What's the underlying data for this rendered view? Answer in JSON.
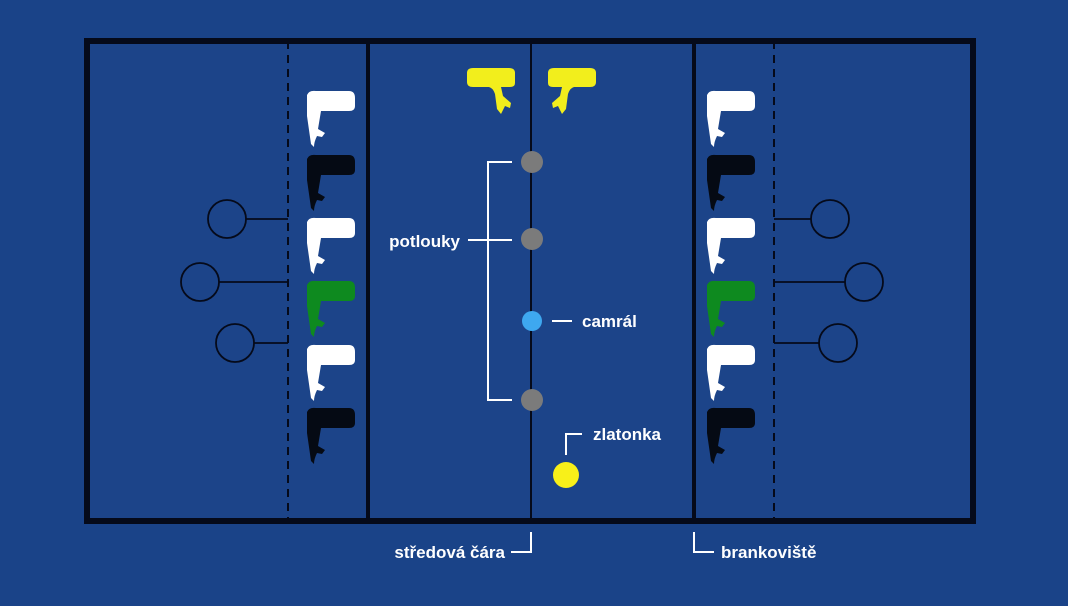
{
  "labels": {
    "bludgers": "potlouky",
    "quaffle": "camrál",
    "snitch": "zlatonka",
    "midline": "středová čára",
    "keeper_zone": "brankoviště"
  },
  "colors": {
    "background": "#1a4388",
    "field": "#1c4489",
    "lines": "#050a1a",
    "annotation": "#ffffff",
    "headband_white": "#ffffff",
    "headband_black": "#050a14",
    "headband_green": "#0e8a1f",
    "headband_yellow": "#f2ee1c",
    "bludger": "#7b7b7b",
    "quaffle": "#3ea8f0",
    "snitch": "#f8f019",
    "hoop": "#050a1a"
  },
  "teams": [
    {
      "side": "left",
      "players": [
        "white",
        "black",
        "white",
        "green",
        "white",
        "black"
      ]
    },
    {
      "side": "right",
      "players": [
        "white",
        "black",
        "white",
        "green",
        "white",
        "black"
      ]
    }
  ],
  "seekers": [
    "yellow",
    "yellow"
  ],
  "balls": {
    "bludgers": 3,
    "quaffle": 1,
    "snitch": 1
  },
  "hoops_per_side": 3
}
